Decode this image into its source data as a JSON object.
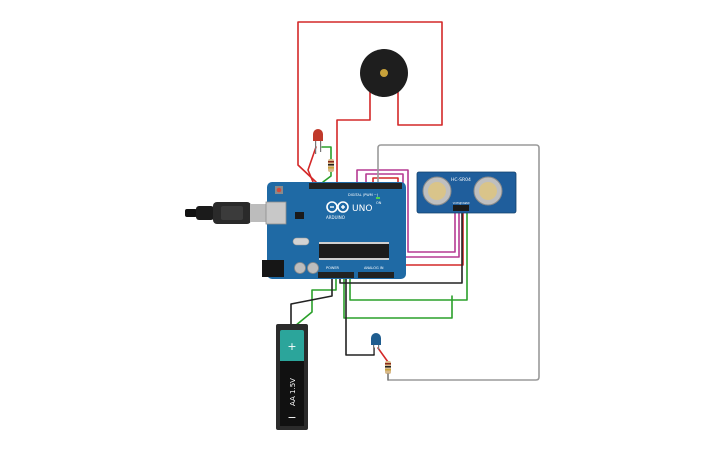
{
  "board": {
    "uno_label": "UNO",
    "brand_label": "ARDUINO",
    "digital_label": "DIGITAL (PWM ~)",
    "power_label": "POWER",
    "analog_label": "ANALOG IN",
    "on_label": "ON"
  },
  "sensor": {
    "model_label": "HC-SR04",
    "pin_labels": [
      "VCC",
      "Trig",
      "Echo",
      "GND"
    ]
  },
  "battery": {
    "label": "AA 1.5V",
    "plus": "+",
    "minus": "−"
  },
  "colors": {
    "board": "#1f6aa5",
    "wire_red": "#d42828",
    "wire_green": "#2aa02a",
    "wire_black": "#222222",
    "wire_magenta": "#b53a92",
    "wire_gray": "#9a9a9a",
    "battery_teal": "#2ba59b",
    "led_red": "#c0392b",
    "led_blue": "#1f5d8f"
  }
}
